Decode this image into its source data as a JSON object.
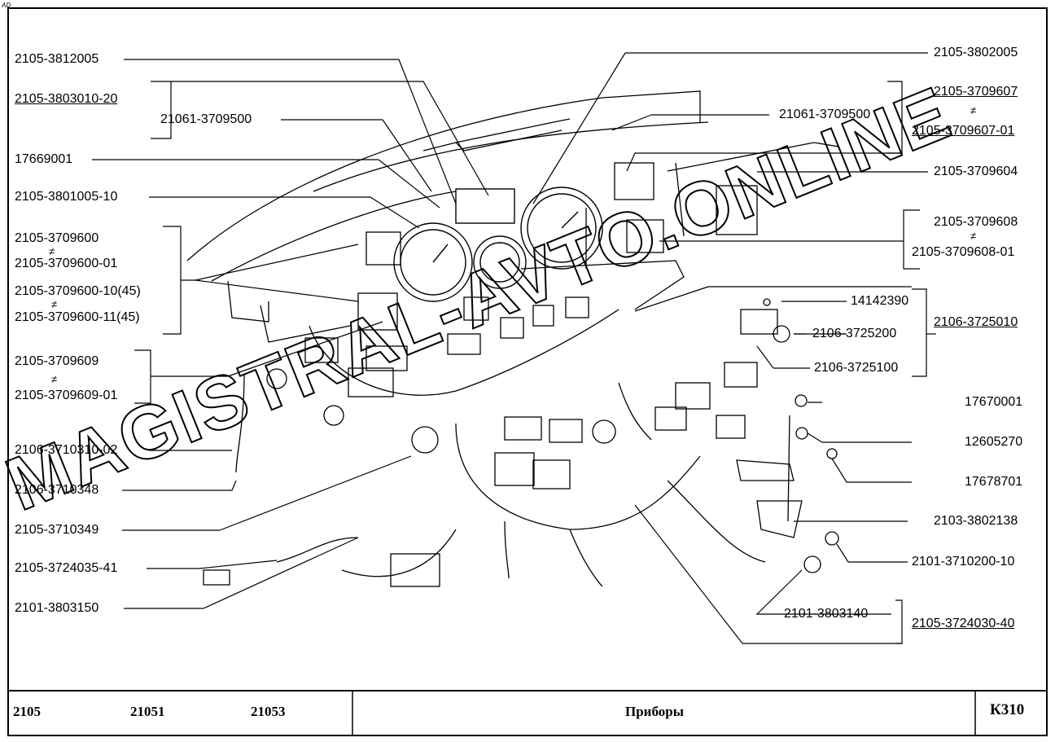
{
  "corner_mark": "AD",
  "labels_left": {
    "l1": "2105-3812005",
    "l2": "2105-3803010-20",
    "l3": "21061-3709500",
    "l4": "17669001",
    "l5": "2105-3801005-10",
    "l6a": "2105-3709600",
    "l6b": "2105-3709600-01",
    "l6c": "2105-3709600-10(45)",
    "l6d": "2105-3709600-11(45)",
    "l7a": "2105-3709609",
    "l7b": "2105-3709609-01",
    "l8": "2106-3710310-02",
    "l9": "2106-3710348",
    "l10": "2105-3710349",
    "l11": "2105-3724035-41",
    "l12": "2101-3803150"
  },
  "labels_right": {
    "r1": "2105-3802005",
    "r2": "21061-3709500",
    "r3a": "2105-3709607",
    "r3b": "2105-3709607-01",
    "r4": "2105-3709604",
    "r5a": "2105-3709608",
    "r5b": "2105-3709608-01",
    "r6": "14142390",
    "r7": "2106-3725010",
    "r8": "2106-3725200",
    "r9": "2106-3725100",
    "r10": "17670001",
    "r11": "12605270",
    "r12": "17678701",
    "r13": "2103-3802138",
    "r14": "2101-3710200-10",
    "r15": "2101-3803140",
    "r16": "2105-3724030-40"
  },
  "not_equal_sign": "≠",
  "footer": {
    "model1": "2105",
    "model2": "21051",
    "model3": "21053",
    "title": "Приборы",
    "code": "К310"
  },
  "watermark_text": "MAGISTRAL-AVTO.ONLINE"
}
